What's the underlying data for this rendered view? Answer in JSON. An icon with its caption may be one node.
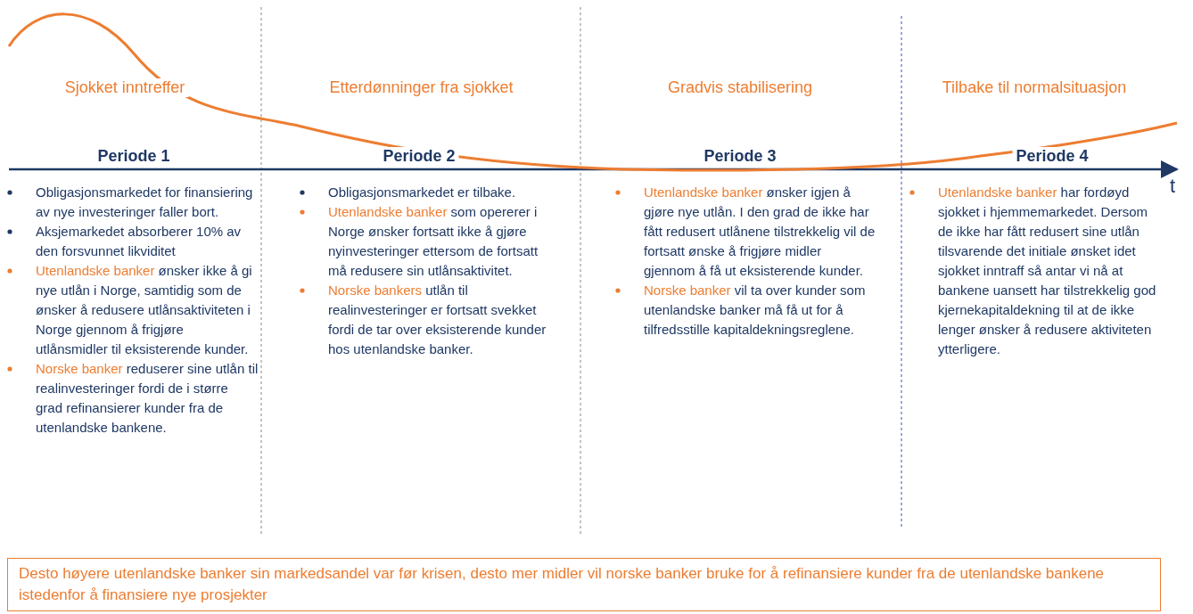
{
  "diagram": {
    "labels": [
      "Sjokket inntreffer",
      "Etterdønninger fra sjokket",
      "Gradvis stabilisering",
      "Tilbake til normalsituasjon",
      "Periode 1",
      "Periode 2",
      "Periode 3",
      "Periode 4",
      "t",
      "Obligasjonsmarkedet for finansiering av nye investeringer faller bort.",
      "Aksjemarkedet absorberer 10% av den forsvunnet likviditet",
      "Utenlandske banker ønsker ikke å gi nye utlån i Norge, samtidig som de ønsker å redusere utlånsaktiviteten i Norge gjennom å frigjøre utlånsmidler til eksisterende kunder.",
      "Norske banker reduserer sine utlån til realinvesteringer fordi de i større grad refinansierer kunder fra de utenlandske bankene.",
      "Obligasjonsmarkedet er tilbake.",
      "Utenlandske banker som opererer i Norge ønsker fortsatt ikke å gjøre nyinvesteringer ettersom de fortsatt må redusere sin utlånsaktivitet.",
      "Norske bankers utlån til realinvesteringer er fortsatt svekket fordi de tar over eksisterende kunder hos utenlandske banker.",
      "Utenlandske banker ønsker igjen å gjøre nye utlån. I den grad de ikke har fått redusert utlånene tilstrekkelig vil de fortsatt ønske å frigjøre midler gjennom å få ut eksisterende kunder.",
      "Norske banker vil ta over kunder som utenlandske banker må få ut for å tilfredsstille kapitaldekningsreglene.",
      "Utenlandske banker har fordøyd sjokket i hjemmemarkedet. Dersom de ikke har fått redusert sine utlån tilsvarende det initiale ønsket idet sjokket inntraff så antar vi nå at bankene uansett har tilstrekkelig god kjernekapitaldekning til at de ikke lenger ønsker å redusere aktiviteten ytterligere.",
      "Desto høyere utenlandske banker sin markedsandel var før krisen, desto mer midler vil norske banker bruke for å  refinansiere kunder fra de utenlandske bankene istedenfor å finansiere nye prosjekter"
    ]
  }
}
